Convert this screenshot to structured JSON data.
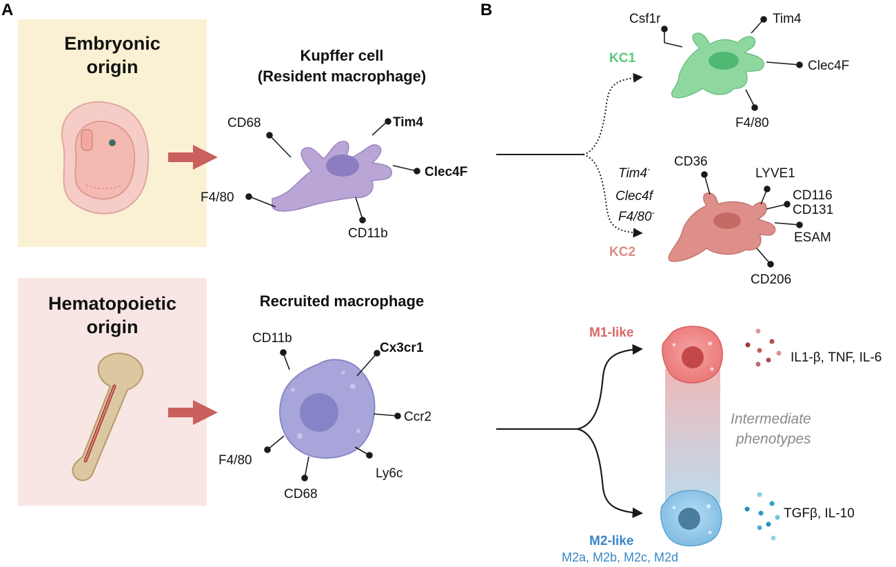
{
  "panel_labels": {
    "a": "A",
    "b": "B"
  },
  "panel_a": {
    "embryonic": {
      "title_line1": "Embryonic",
      "title_line2": "origin"
    },
    "hematopoietic": {
      "title_line1": "Hematopoietic",
      "title_line2": "origin"
    },
    "kupffer": {
      "title_line1": "Kupffer cell",
      "title_line2": "(Resident macrophage)",
      "markers": {
        "cd68": "CD68",
        "tim4": "Tim4",
        "clec4f": "Clec4F",
        "f480": "F4/80",
        "cd11b": "CD11b"
      }
    },
    "recruited": {
      "title": "Recruited macrophage",
      "markers": {
        "cd11b": "CD11b",
        "cx3cr1": "Cx3cr1",
        "ccr2": "Ccr2",
        "f480": "F4/80",
        "cd68": "CD68",
        "ly6c": "Ly6c"
      }
    }
  },
  "panel_b": {
    "kc1": {
      "label": "KC1",
      "markers": {
        "csf1r": "Csf1r",
        "tim4": "Tim4",
        "clec4f": "Clec4F",
        "f480": "F4/80"
      }
    },
    "kc2": {
      "label": "KC2",
      "neg_line1": "Tim4",
      "neg_line2": "Clec4f",
      "neg_line3": "F4/80",
      "neg_sup": "-",
      "markers": {
        "cd36": "CD36",
        "lyve1": "LYVE1",
        "cd116": "CD116",
        "cd131": "CD131",
        "esam": "ESAM",
        "cd206": "CD206"
      }
    },
    "m1": {
      "label": "M1-like",
      "cytokines": "IL1-β, TNF, IL-6"
    },
    "intermediate": {
      "line1": "Intermediate",
      "line2": "phenotypes"
    },
    "m2": {
      "label": "M2-like",
      "subtypes": "M2a, M2b, M2c, M2d",
      "cytokines": "TGFβ, IL-10"
    }
  },
  "colors": {
    "embryonic_bg": "#faf0d4",
    "hematopoietic_bg": "#f7e6e3",
    "arrow_red": "#c9605d",
    "kupffer_purple": "#b9a6d6",
    "recruited_purple": "#a7a5da",
    "kc1_green": "#8ed8a0",
    "kc2_pink": "#df8f8a",
    "m1_red": "#ef8282",
    "m2_blue": "#8cc6e8"
  }
}
